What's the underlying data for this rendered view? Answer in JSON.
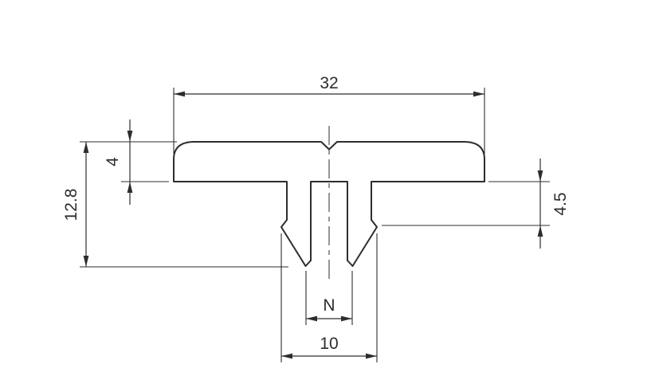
{
  "drawing": {
    "dimensions": {
      "top_width": "32",
      "cap_thickness": "4",
      "total_height": "12.8",
      "leg_depth": "4.5",
      "channel_width_label": "N",
      "stem_width": "10"
    },
    "colors": {
      "line": "#2d2d2d",
      "background": "#ffffff"
    }
  }
}
